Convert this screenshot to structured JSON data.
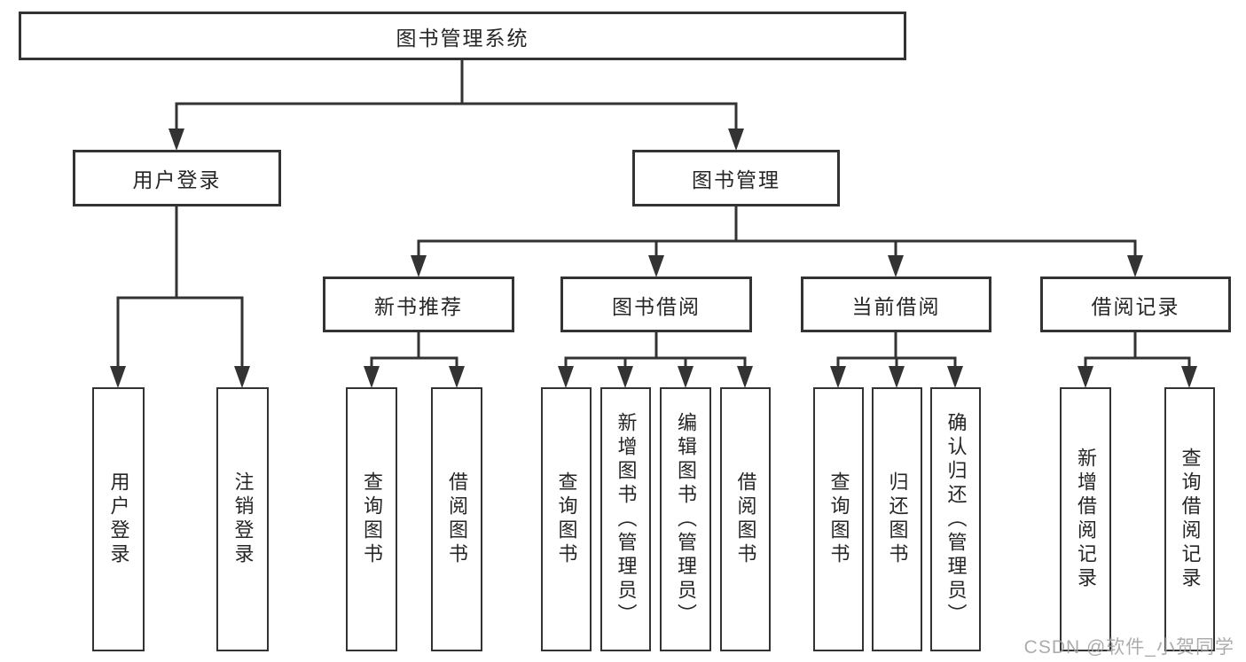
{
  "diagram": {
    "tree": {
      "label": "图书管理系统",
      "children": [
        {
          "label": "用户登录",
          "children": [
            {
              "label": "用户登录"
            },
            {
              "label": "注销登录"
            }
          ]
        },
        {
          "label": "图书管理",
          "children": [
            {
              "label": "新书推荐",
              "children": [
                {
                  "label": "查询图书"
                },
                {
                  "label": "借阅图书"
                }
              ]
            },
            {
              "label": "图书借阅",
              "children": [
                {
                  "label": "查询图书"
                },
                {
                  "label": "新增图书（管理员）"
                },
                {
                  "label": "编辑图书（管理员）"
                },
                {
                  "label": "借阅图书"
                }
              ]
            },
            {
              "label": "当前借阅",
              "children": [
                {
                  "label": "查询图书"
                },
                {
                  "label": "归还图书"
                },
                {
                  "label": "确认归还（管理员）"
                }
              ]
            },
            {
              "label": "借阅记录",
              "children": [
                {
                  "label": "新增借阅记录"
                },
                {
                  "label": "查询借阅记录"
                }
              ]
            }
          ]
        }
      ]
    }
  },
  "watermark": "CSDN @软件_小贺同学",
  "colors": {
    "line": "#333333",
    "box_border": "#333333",
    "text": "#262626",
    "watermark": "#9e9e9e",
    "background": "#ffffff"
  }
}
